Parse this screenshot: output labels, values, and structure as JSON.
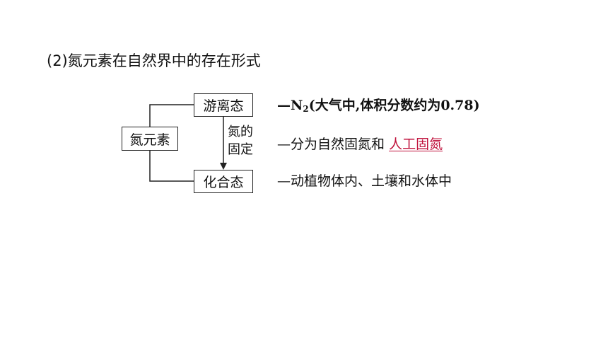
{
  "heading": "(2)氮元素在自然界中的存在形式",
  "diagram": {
    "root_label": "氮元素",
    "free_state_label": "游离态",
    "combined_state_label": "化合态",
    "arrow_label_line1": "氮的",
    "arrow_label_line2": "固定",
    "free_desc_prefix": "—N",
    "free_desc_subscript": "2",
    "free_desc_rest": "(大气中,体积分数约为0.78)",
    "fixation_desc": "—分为自然固氮和",
    "fixation_highlight": "人工固氮",
    "combined_desc": "—动植物体内、土壤和水体中",
    "highlight_color": "#c0123c"
  }
}
